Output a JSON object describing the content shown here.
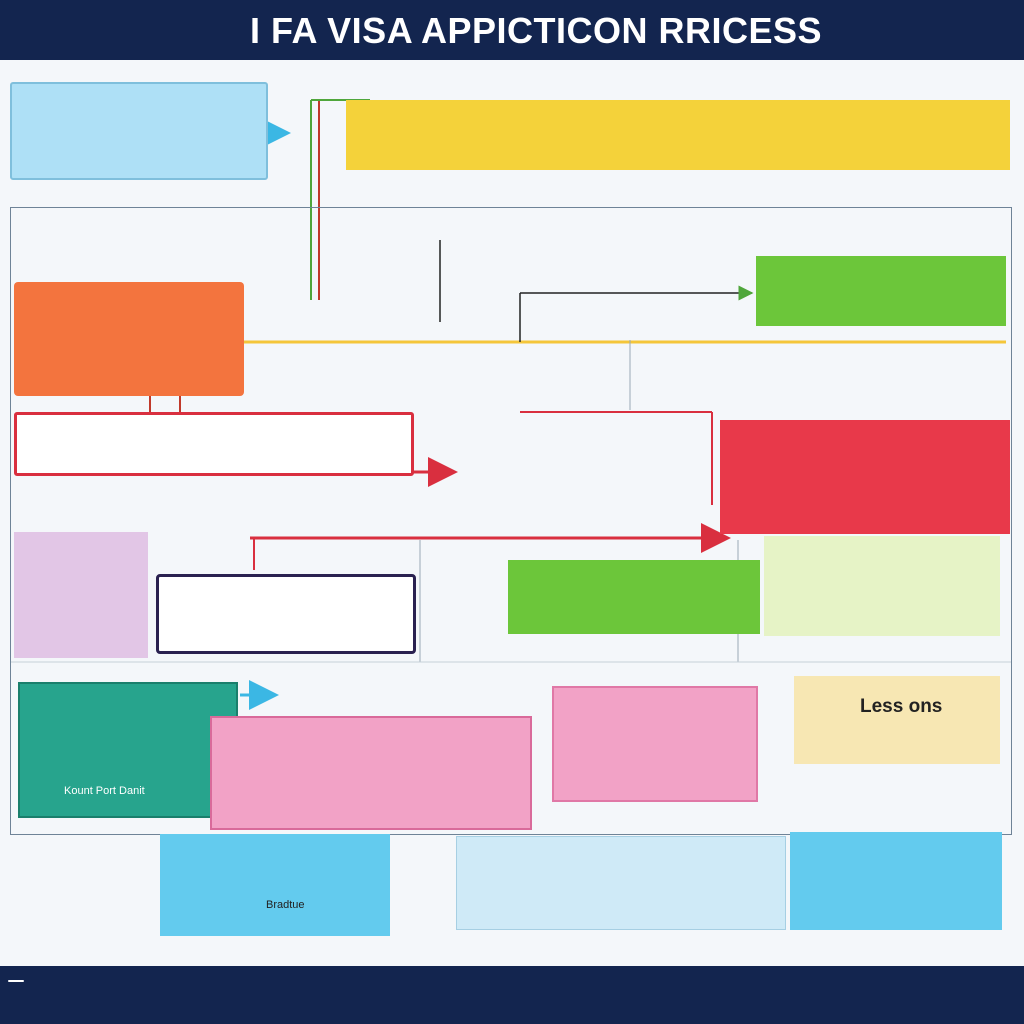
{
  "header": {
    "logo_text": "",
    "logo_subtext": "",
    "title": "I FA VISA APPICTICON RRICESS"
  },
  "footer": {
    "logo_text": "",
    "text": ""
  },
  "diagram": {
    "nodes": {
      "blue_top": {
        "text": ""
      },
      "yellow_top": {
        "text": ""
      },
      "orange_left": {
        "text": ""
      },
      "green_right_top": {
        "text": ""
      },
      "red_outline": {
        "text": ""
      },
      "red_right": {
        "text": ""
      },
      "purple_left": {
        "text": ""
      },
      "white_center": {
        "text": ""
      },
      "green_mid": {
        "text": ""
      },
      "lightgreen_right": {
        "text": ""
      },
      "teal_bottom_left": {
        "text": "Kount Port Danit"
      },
      "pink_feature": {
        "text": ""
      },
      "pink_center": {
        "text": ""
      },
      "lessons": {
        "text": "Less ons"
      },
      "cyan_bottom_left": {
        "text": "Bradtue"
      },
      "lightblue_bottom": {
        "text": ""
      },
      "cyan_bottom_right": {
        "text": ""
      }
    },
    "labels": {
      "l1": "",
      "l2": "",
      "l3": "",
      "l4": "",
      "l5": "",
      "l6": "",
      "l7": "",
      "l8": "",
      "l9": "",
      "l10": "",
      "l11": "",
      "l12": "",
      "l13": "",
      "l14": "",
      "l15": ""
    }
  },
  "colors": {
    "navy": "#13254f",
    "blue": "#aee0f6",
    "yellow": "#f4d23a",
    "orange": "#f3743e",
    "green": "#6cc63a",
    "red": "#e8394a",
    "purple": "#e2c6e6",
    "teal": "#27a48d",
    "pink": "#f2a2c6",
    "cyan": "#63cbee",
    "lightgreen": "#e6f3c6",
    "cream": "#f7e7b3"
  }
}
